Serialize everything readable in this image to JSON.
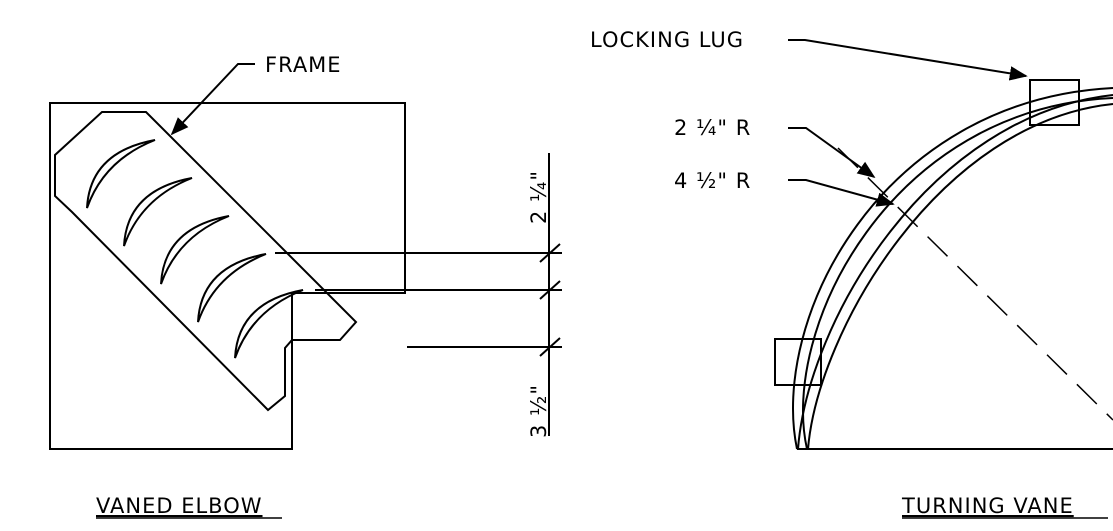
{
  "labels": {
    "frame": "FRAME",
    "locking_lug": "LOCKING  LUG",
    "radius_small": "2 ¼\"  R",
    "radius_large": "4 ½\"  R",
    "dim_upper": "2 ¼\"",
    "dim_lower": "3 ½\""
  },
  "titles": {
    "left": "VANED  ELBOW",
    "right": "TURNING  VANE"
  }
}
